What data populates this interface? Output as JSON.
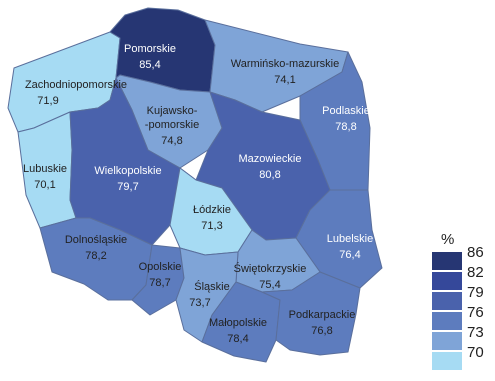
{
  "colors": {
    "c86": "#263673",
    "c82": "#35489a",
    "c79": "#4a62ac",
    "c76": "#5d7cbe",
    "c73": "#7fa4d7",
    "c70": "#a6dbf3"
  },
  "regions": [
    {
      "id": "pomorskie",
      "name": "Pomorskie",
      "value": "85,4",
      "color": "#263673",
      "text_color": "#ffffff"
    },
    {
      "id": "warminsko-mazurskie",
      "name": "Warmińsko-mazurskie",
      "value": "74,1",
      "color": "#7fa4d7",
      "text_color": "#222222"
    },
    {
      "id": "zachodniopomorskie",
      "name": "Zachodniopomorskie",
      "value": "71,9",
      "color": "#a6dbf3",
      "text_color": "#222222"
    },
    {
      "id": "kujawsko-pomorskie",
      "name": "Kujawsko-\n-pomorskie",
      "value": "74,8",
      "color": "#7fa4d7",
      "text_color": "#222222"
    },
    {
      "id": "podlaskie",
      "name": "Podlaskie",
      "value": "78,8",
      "color": "#5d7cbe",
      "text_color": "#ffffff"
    },
    {
      "id": "lubuskie",
      "name": "Lubuskie",
      "value": "70,1",
      "color": "#a6dbf3",
      "text_color": "#222222"
    },
    {
      "id": "wielkopolskie",
      "name": "Wielkopolskie",
      "value": "79,7",
      "color": "#4a62ac",
      "text_color": "#ffffff"
    },
    {
      "id": "mazowieckie",
      "name": "Mazowieckie",
      "value": "80,8",
      "color": "#4a62ac",
      "text_color": "#ffffff"
    },
    {
      "id": "lodzkie",
      "name": "Łódzkie",
      "value": "71,3",
      "color": "#a6dbf3",
      "text_color": "#222222"
    },
    {
      "id": "dolnoslaskie",
      "name": "Dolnośląskie",
      "value": "78,2",
      "color": "#5d7cbe",
      "text_color": "#222222"
    },
    {
      "id": "lubelskie",
      "name": "Lubelskie",
      "value": "76,4",
      "color": "#5d7cbe",
      "text_color": "#ffffff"
    },
    {
      "id": "opolskie",
      "name": "Opolskie",
      "value": "78,7",
      "color": "#5d7cbe",
      "text_color": "#222222"
    },
    {
      "id": "swietokrzyskie",
      "name": "Świętokrzyskie",
      "value": "75,4",
      "color": "#7fa4d7",
      "text_color": "#222222"
    },
    {
      "id": "slaskie",
      "name": "Śląskie",
      "value": "73,7",
      "color": "#7fa4d7",
      "text_color": "#222222"
    },
    {
      "id": "malopolskie",
      "name": "Małopolskie",
      "value": "78,4",
      "color": "#5d7cbe",
      "text_color": "#222222"
    },
    {
      "id": "podkarpackie",
      "name": "Podkarpackie",
      "value": "76,8",
      "color": "#5d7cbe",
      "text_color": "#222222"
    }
  ],
  "legend": {
    "unit": "%",
    "ticks": [
      "86",
      "82",
      "79",
      "76",
      "73",
      "70"
    ],
    "colors": [
      "#263673",
      "#35489a",
      "#4a62ac",
      "#5d7cbe",
      "#7fa4d7",
      "#a6dbf3"
    ]
  }
}
